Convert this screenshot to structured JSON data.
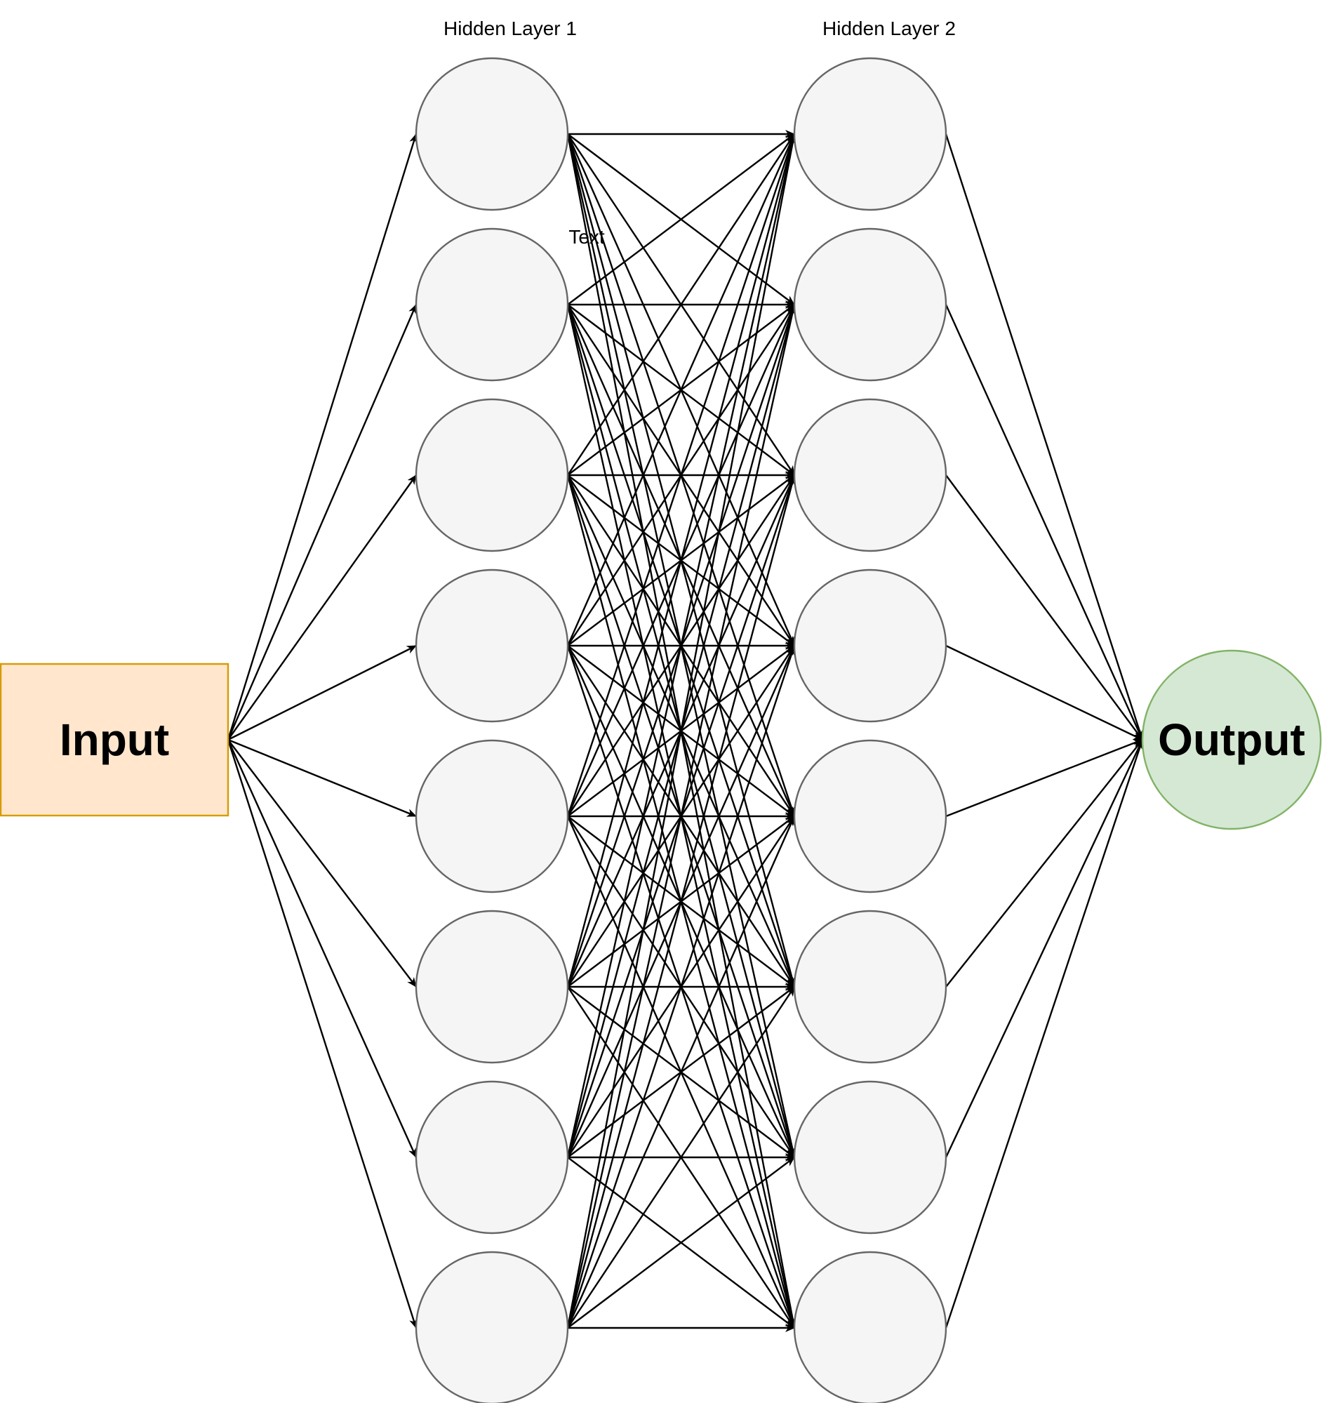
{
  "labels": {
    "hidden_layer_1": "Hidden Layer 1",
    "hidden_layer_2": "Hidden Layer 2",
    "stray_text": "Text",
    "input": "Input",
    "output": "Output"
  },
  "network": {
    "hidden_layer_1_neurons": 8,
    "hidden_layer_2_neurons": 8,
    "connectivity": "fully-connected"
  },
  "colors": {
    "input_fill": "#ffe6cc",
    "input_stroke": "#d79b00",
    "output_fill": "#d5e8d4",
    "output_stroke": "#82b366",
    "neuron_fill": "#f5f5f5",
    "neuron_stroke": "#666666",
    "edge": "#000000"
  }
}
